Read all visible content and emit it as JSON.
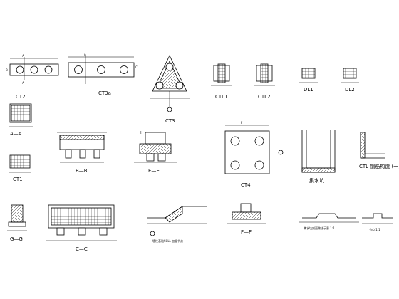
{
  "drawing": {
    "labels": {
      "ct2": "CT2",
      "ct3a": "CT3a",
      "ct3": "CT3",
      "ctl1": "CTL1",
      "ctl2": "CTL2",
      "dl1": "DL1",
      "dl2": "DL2",
      "aa": "A—A",
      "bb": "B—B",
      "ee": "E—E",
      "ct4": "CT4",
      "ct1": "CT1",
      "ctl_detail": "CTL 钢筋构造 (一)",
      "pit": "集水坑",
      "gg": "G—G",
      "cc": "C—C",
      "ramp": "墙柱基础SCLL 加强节点",
      "ff": "F—F",
      "pit_section": "集水坑剖面做法示意 1:1",
      "slot": "节点 1:1",
      "dim_a": "A",
      "dim_c": "C",
      "dim_b": "B",
      "dim_e": "E",
      "dim_f": "F"
    }
  }
}
